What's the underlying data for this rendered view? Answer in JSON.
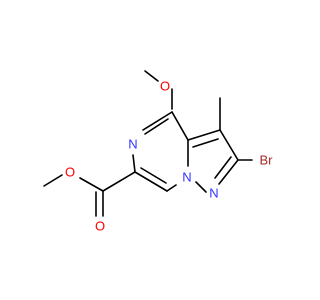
{
  "colors": {
    "bond": "#000000",
    "carbon": "#000000",
    "nitrogen": "#3333ff",
    "oxygen": "#ff0000",
    "bromine": "#a52a2a",
    "background": "#ffffff"
  },
  "atoms": {
    "n_ring_upper": "N",
    "n_ring_bridge": "N",
    "n_pyrazole": "N",
    "o_methoxy": "O",
    "o_ester_single": "O",
    "o_ester_double": "O",
    "br": "Br"
  }
}
